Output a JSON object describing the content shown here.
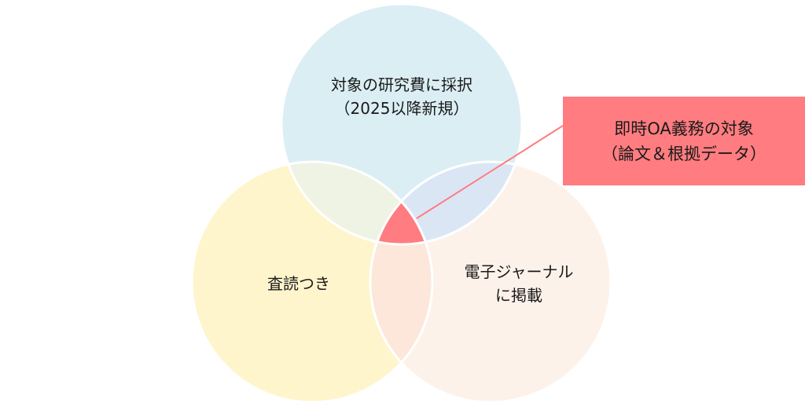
{
  "diagram": {
    "circles": [
      {
        "id": "funded",
        "lines": [
          "対象の研究費に採択",
          "（2025以降新規）"
        ],
        "fill": "#dbeef4"
      },
      {
        "id": "peer-review",
        "lines": [
          "査読つき"
        ],
        "fill": "#fff5cc"
      },
      {
        "id": "journal",
        "lines": [
          "電子ジャーナル",
          "に掲載"
        ],
        "fill": "#fdf2ea"
      }
    ],
    "overlap_colors": {
      "funded_peer": "#eef3e3",
      "funded_journal": "#dbe6f5",
      "peer_journal": "#fde7da",
      "center": "#ff7c80"
    },
    "callout": {
      "lines": [
        "即時OA義務の対象",
        "（論文＆根拠データ）"
      ],
      "fill": "#ff7c80"
    },
    "outline_color": "#ffffff"
  }
}
